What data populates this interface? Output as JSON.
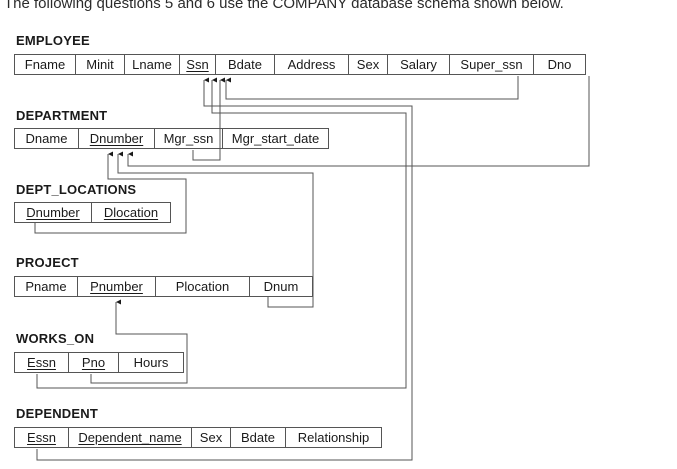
{
  "intro": "The following questions 5 and 6 use the COMPANY database schema shown below.",
  "tables": {
    "employee": {
      "name": "EMPLOYEE",
      "attributes": [
        "Fname",
        "Minit",
        "Lname",
        "Ssn",
        "Bdate",
        "Address",
        "Sex",
        "Salary",
        "Super_ssn",
        "Dno"
      ],
      "primary_key": [
        "Ssn"
      ]
    },
    "department": {
      "name": "DEPARTMENT",
      "attributes": [
        "Dname",
        "Dnumber",
        "Mgr_ssn",
        "Mgr_start_date"
      ],
      "primary_key": [
        "Dnumber"
      ]
    },
    "dept_locations": {
      "name": "DEPT_LOCATIONS",
      "attributes": [
        "Dnumber",
        "Dlocation"
      ],
      "primary_key": [
        "Dnumber",
        "Dlocation"
      ]
    },
    "project": {
      "name": "PROJECT",
      "attributes": [
        "Pname",
        "Pnumber",
        "Plocation",
        "Dnum"
      ],
      "primary_key": [
        "Pnumber"
      ]
    },
    "works_on": {
      "name": "WORKS_ON",
      "attributes": [
        "Essn",
        "Pno",
        "Hours"
      ],
      "primary_key": [
        "Essn",
        "Pno"
      ]
    },
    "dependent": {
      "name": "DEPENDENT",
      "attributes": [
        "Essn",
        "Dependent_name",
        "Sex",
        "Bdate",
        "Relationship"
      ],
      "primary_key": [
        "Essn",
        "Dependent_name"
      ]
    }
  },
  "foreign_keys": [
    {
      "from": "EMPLOYEE.Super_ssn",
      "to": "EMPLOYEE.Ssn"
    },
    {
      "from": "EMPLOYEE.Dno",
      "to": "DEPARTMENT.Dnumber"
    },
    {
      "from": "DEPARTMENT.Mgr_ssn",
      "to": "EMPLOYEE.Ssn"
    },
    {
      "from": "DEPT_LOCATIONS.Dnumber",
      "to": "DEPARTMENT.Dnumber"
    },
    {
      "from": "PROJECT.Dnum",
      "to": "DEPARTMENT.Dnumber"
    },
    {
      "from": "WORKS_ON.Essn",
      "to": "EMPLOYEE.Ssn"
    },
    {
      "from": "WORKS_ON.Pno",
      "to": "PROJECT.Pnumber"
    },
    {
      "from": "DEPENDENT.Essn",
      "to": "EMPLOYEE.Ssn"
    }
  ],
  "colors": {
    "line": "#555555",
    "border": "#555555",
    "text": "#1a1a1a"
  }
}
